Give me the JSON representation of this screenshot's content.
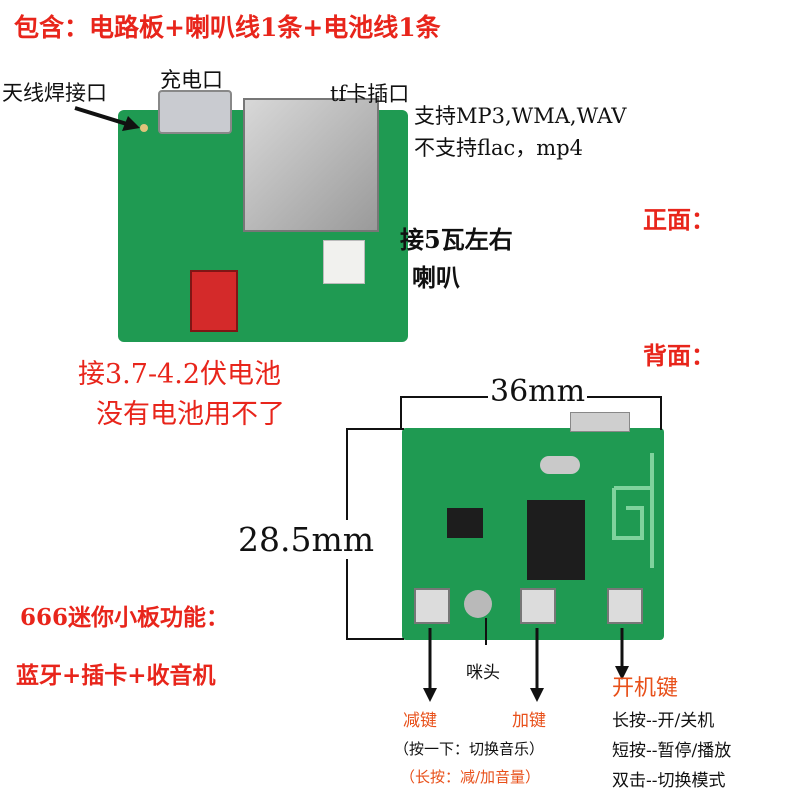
{
  "header": {
    "contents": "包含：电路板+喇叭线1条+电池线1条"
  },
  "front": {
    "label": "正面：",
    "antenna": "天线焊接口",
    "charge_port": "充电口",
    "tf_slot": "tf卡插口",
    "formats_supported": "支持MP3,WMA,WAV",
    "formats_unsupported": "不支持flac，mp4",
    "speaker_line1": "接5瓦左右",
    "speaker_line2": "喇叭",
    "battery_line1": "接3.7-4.2伏电池",
    "battery_line2": "没有电池用不了"
  },
  "back": {
    "label": "背面：",
    "width": "36mm",
    "height": "28.5mm",
    "mic": "咪头",
    "vol_down": "减键",
    "vol_up": "加键",
    "press_once": "（按一下：切换音乐）",
    "long_press_vol": "（长按：减/加音量）",
    "power_key": "开机键",
    "power_long": "长按--开/关机",
    "power_short": "短按--暂停/播放",
    "power_double": "双击--切换模式"
  },
  "features": {
    "title": "666迷你小板功能：",
    "list": "蓝牙+插卡+收音机"
  }
}
